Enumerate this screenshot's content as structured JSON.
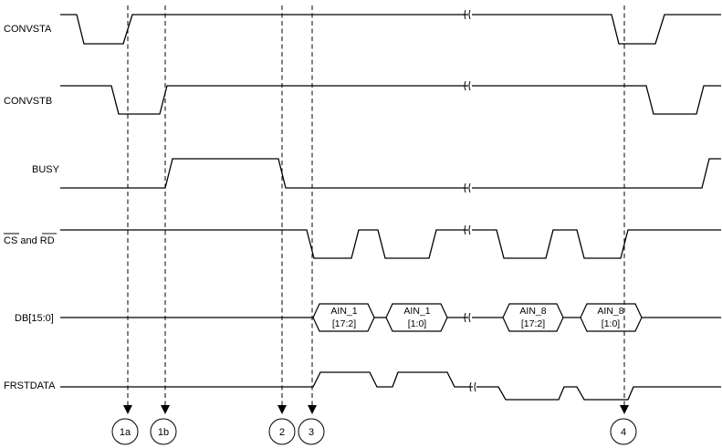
{
  "signals": {
    "convsta": "CONVSTA",
    "convstb": "CONVSTB",
    "busy": "BUSY",
    "cs_rd": {
      "cs": "CS",
      "and": " and ",
      "rd": "RD"
    },
    "db": "DB[15:0]",
    "frstdata": "FRSTDATA"
  },
  "bus_words": [
    {
      "line1": "AIN_1",
      "line2": "[17:2]"
    },
    {
      "line1": "AIN_1",
      "line2": "[1:0]"
    },
    {
      "line1": "AIN_8",
      "line2": "[17:2]"
    },
    {
      "line1": "AIN_8",
      "line2": "[1:0]"
    }
  ],
  "markers": [
    "1a",
    "1b",
    "2",
    "3",
    "4"
  ]
}
